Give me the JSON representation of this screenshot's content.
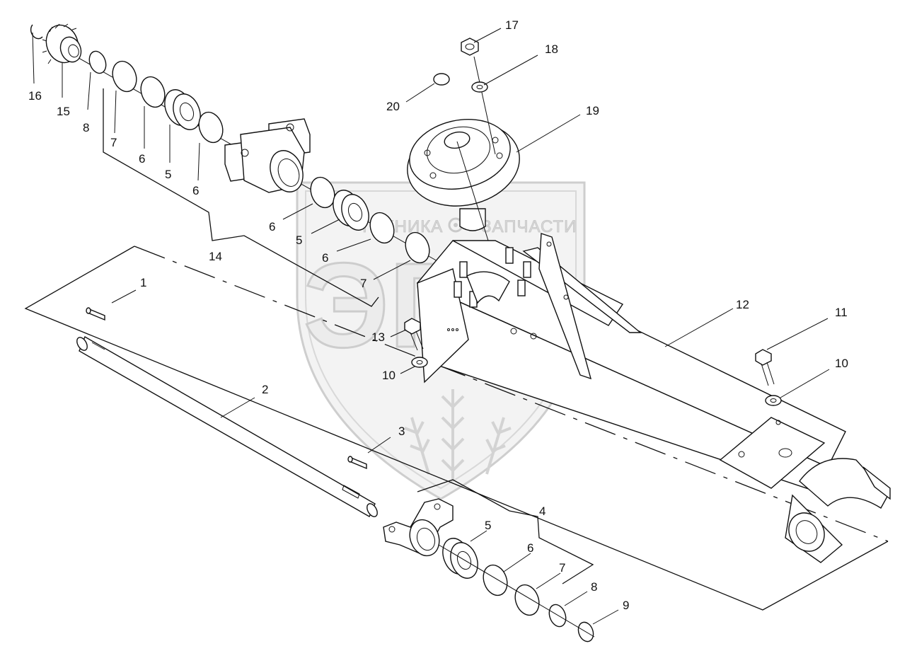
{
  "watermark": {
    "text_left": "ТЕХНИКА",
    "text_right": "ЗАПЧАСТИ",
    "logo_letters": "ЭПФ",
    "color": "#cfcfcf"
  },
  "callouts": [
    {
      "id": "c16",
      "label": "16"
    },
    {
      "id": "c15",
      "label": "15"
    },
    {
      "id": "c8a",
      "label": "8"
    },
    {
      "id": "c7a",
      "label": "7"
    },
    {
      "id": "c6a",
      "label": "6"
    },
    {
      "id": "c5a",
      "label": "5"
    },
    {
      "id": "c6b",
      "label": "6"
    },
    {
      "id": "c6c",
      "label": "6"
    },
    {
      "id": "c5b",
      "label": "5"
    },
    {
      "id": "c6d",
      "label": "6"
    },
    {
      "id": "c14",
      "label": "14"
    },
    {
      "id": "c7b",
      "label": "7"
    },
    {
      "id": "c1",
      "label": "1"
    },
    {
      "id": "c2",
      "label": "2"
    },
    {
      "id": "c3",
      "label": "3"
    },
    {
      "id": "c4",
      "label": "4"
    },
    {
      "id": "c5c",
      "label": "5"
    },
    {
      "id": "c6e",
      "label": "6"
    },
    {
      "id": "c7c",
      "label": "7"
    },
    {
      "id": "c8b",
      "label": "8"
    },
    {
      "id": "c9",
      "label": "9"
    },
    {
      "id": "c13",
      "label": "13"
    },
    {
      "id": "c10a",
      "label": "10"
    },
    {
      "id": "c12",
      "label": "12"
    },
    {
      "id": "c11",
      "label": "11"
    },
    {
      "id": "c10b",
      "label": "10"
    },
    {
      "id": "c17",
      "label": "17"
    },
    {
      "id": "c18",
      "label": "18"
    },
    {
      "id": "c19",
      "label": "19"
    },
    {
      "id": "c20",
      "label": "20"
    }
  ]
}
